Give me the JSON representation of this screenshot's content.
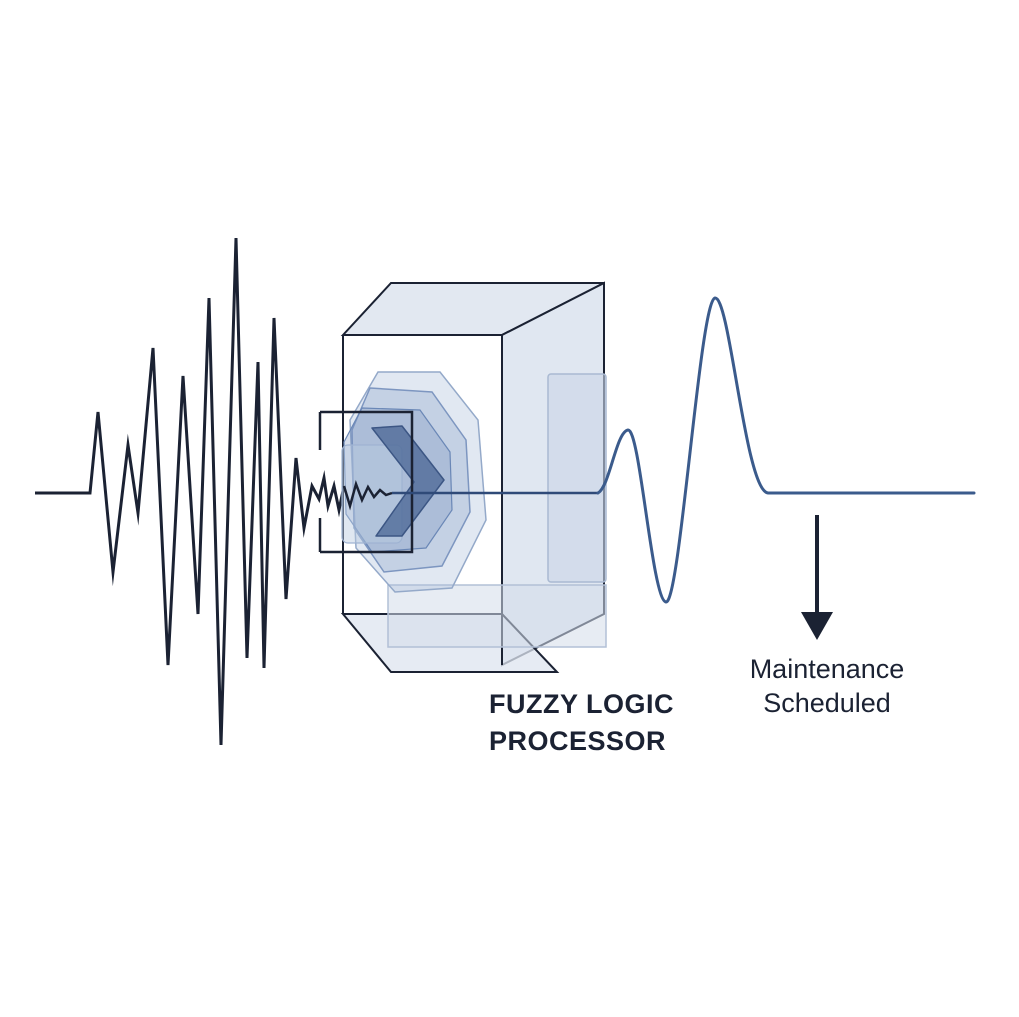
{
  "processor": {
    "label_line1": "FUZZY LOGIC",
    "label_line2": "PROCESSOR"
  },
  "outcome": {
    "label_line1": "Maintenance",
    "label_line2": "Scheduled"
  },
  "colors": {
    "background": "#ffffff",
    "noisy_signal": "#1b2233",
    "clean_signal": "#3b5b8c",
    "box_fill": "#dde4ef",
    "box_stroke": "#1b2233",
    "chevron": "#4a6694",
    "text": "#1b2233"
  },
  "icons": {
    "outcome_pointer": "arrow-down-icon",
    "processor_core": "chevron-right-icon"
  }
}
